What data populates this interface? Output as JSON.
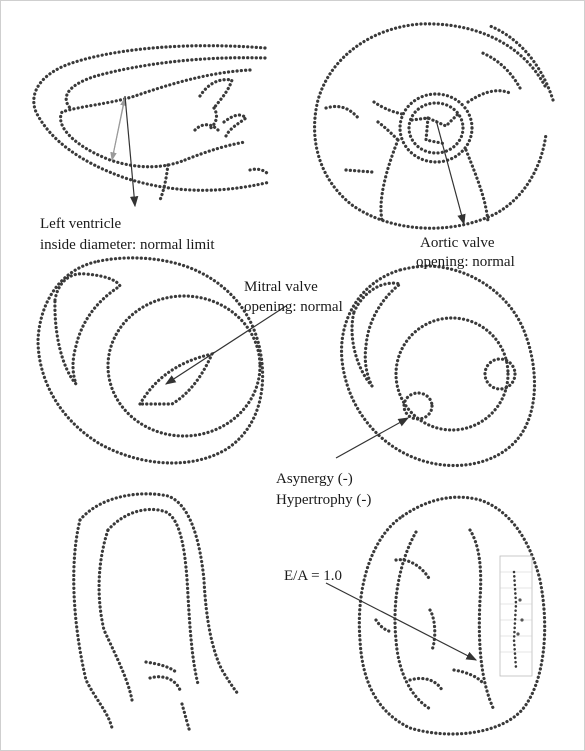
{
  "labels": {
    "lv_line1": "Left ventricle",
    "lv_line2": "inside diameter: normal limit",
    "aortic_line1": "Aortic  valve",
    "aortic_line2": "opening: normal",
    "mitral_line1": "Mitral  valve",
    "mitral_line2": "opening: normal",
    "asynergy": "Asynergy (-)",
    "hypertrophy": "Hypertrophy (-)",
    "ea_ratio": "E/A = 1.0"
  }
}
